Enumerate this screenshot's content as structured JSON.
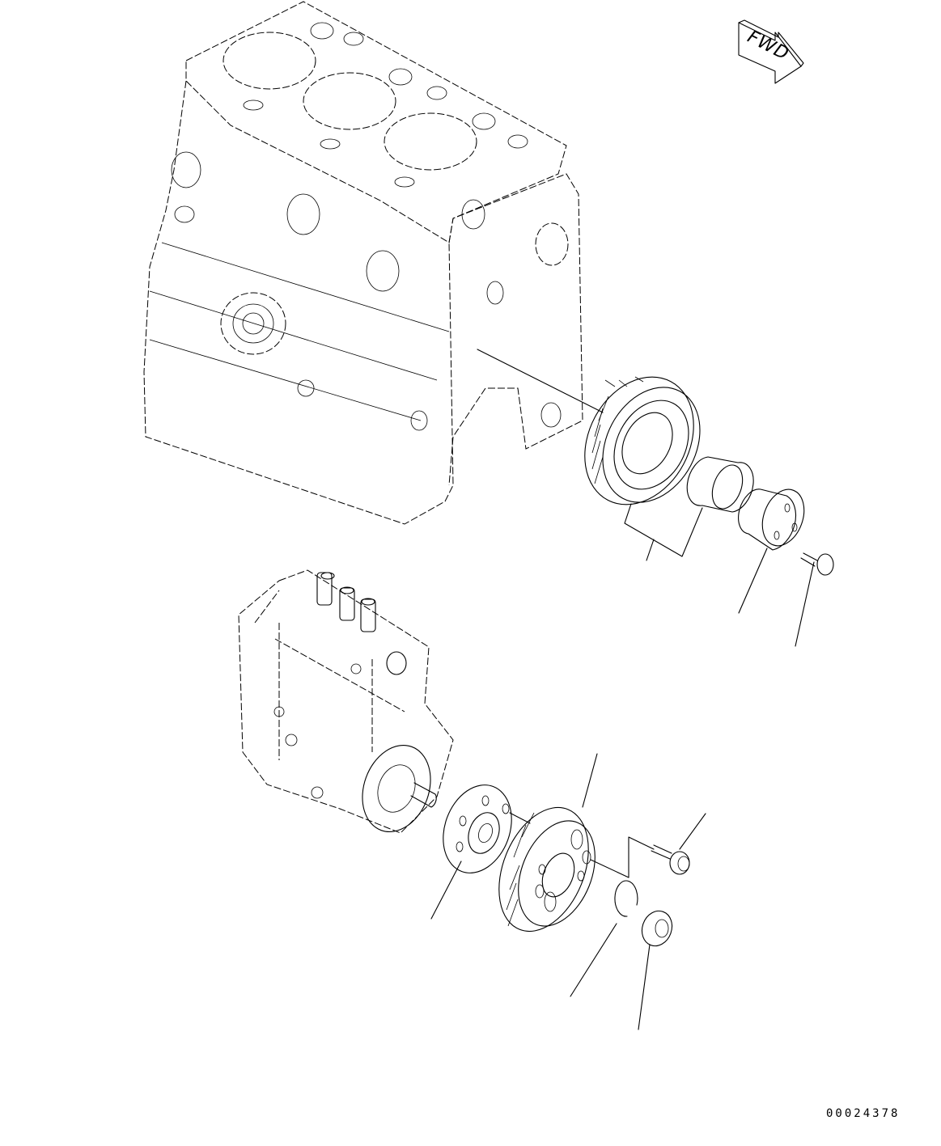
{
  "diagram": {
    "type": "exploded-parts-illustration",
    "direction_indicator": {
      "label": "FWD",
      "icon": "forward-arrow-icon"
    },
    "drawing_number": "00024378",
    "assemblies": [
      {
        "name": "cylinder-block",
        "style": "dashed-outline (reference)"
      },
      {
        "name": "idler-gear-group",
        "parts": [
          "idler gear",
          "bushing",
          "idler shaft",
          "bolt"
        ]
      },
      {
        "name": "fuel-injection-pump",
        "style": "dashed-outline (reference)"
      },
      {
        "name": "pump-drive-gear-group",
        "parts": [
          "coupling flange",
          "drive gear",
          "bolt",
          "washer",
          "nut"
        ]
      }
    ],
    "colors": {
      "line": "#000000",
      "background": "#ffffff"
    }
  }
}
